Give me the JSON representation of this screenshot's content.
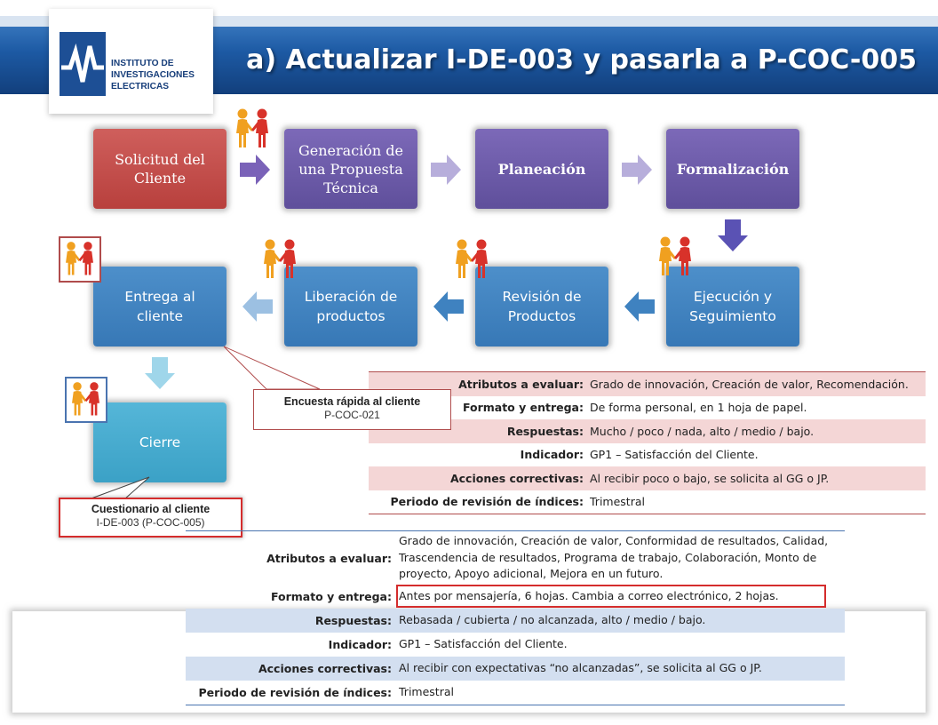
{
  "header": {
    "title": "a) Actualizar I-DE-003 y pasarla a P-COC-005",
    "logo_lines": [
      "INSTITUTO DE",
      "INVESTIGACIONES",
      "ELECTRICAS"
    ]
  },
  "flow": {
    "solicitud": "Solicitud del Cliente",
    "propuesta": "Generación de una Propuesta Técnica",
    "planeacion": "Planeación",
    "formalizacion": "Formalización",
    "ejecucion": "Ejecución y Seguimiento",
    "revision": "Revisión de Productos",
    "liberacion": "Liberación de productos",
    "entrega": "Entrega al cliente",
    "cierre": "Cierre"
  },
  "callouts": {
    "encuesta_title": "Encuesta rápida al cliente",
    "encuesta_code": "P-COC-021",
    "cuestionario_title": "Cuestionario al cliente",
    "cuestionario_code": "I-DE-003 (P-COC-005)"
  },
  "table_encuesta": [
    {
      "label": "Atributos a evaluar:",
      "value": "Grado de innovación, Creación de valor, Recomendación."
    },
    {
      "label": "Formato y entrega:",
      "value": "De forma personal, en 1 hoja de papel."
    },
    {
      "label": "Respuestas:",
      "value": "Mucho / poco / nada,  alto / medio / bajo."
    },
    {
      "label": "Indicador:",
      "value": "GP1 – Satisfacción del Cliente."
    },
    {
      "label": "Acciones correctivas:",
      "value": "Al recibir poco o bajo, se solicita al GG o JP."
    },
    {
      "label": "Periodo de revisión de índices:",
      "value": "Trimestral"
    }
  ],
  "table_cuestionario": [
    {
      "label": "Atributos a evaluar:",
      "value": "Grado de innovación, Creación de valor, Conformidad de resultados, Calidad, Trascendencia de resultados, Programa de trabajo, Colaboración, Monto de proyecto, Apoyo adicional, Mejora en un futuro."
    },
    {
      "label": "Formato y entrega:",
      "value": "Antes por mensajería,  6 hojas. Cambia a correo electrónico, 2 hojas."
    },
    {
      "label": "Respuestas:",
      "value": "Rebasada / cubierta / no alcanzada, alto / medio / bajo."
    },
    {
      "label": "Indicador:",
      "value": "GP1 – Satisfacción del Cliente."
    },
    {
      "label": "Acciones correctivas:",
      "value": "Al recibir con expectativas “no alcanzadas”, se solicita al GG o JP."
    },
    {
      "label": "Periodo de revisión de índices:",
      "value": "Trimestral"
    }
  ],
  "colors": {
    "header_blue": "#1d5aa4",
    "red_box": "#c0504d",
    "purple_box": "#6a5aa8",
    "blue_box": "#3f82c0",
    "teal_box": "#4bacd0",
    "highlight_red": "#d42c2c"
  },
  "icons": [
    "handshake-people-icon",
    "arrow-right-icon",
    "arrow-down-icon",
    "arrow-left-icon"
  ]
}
